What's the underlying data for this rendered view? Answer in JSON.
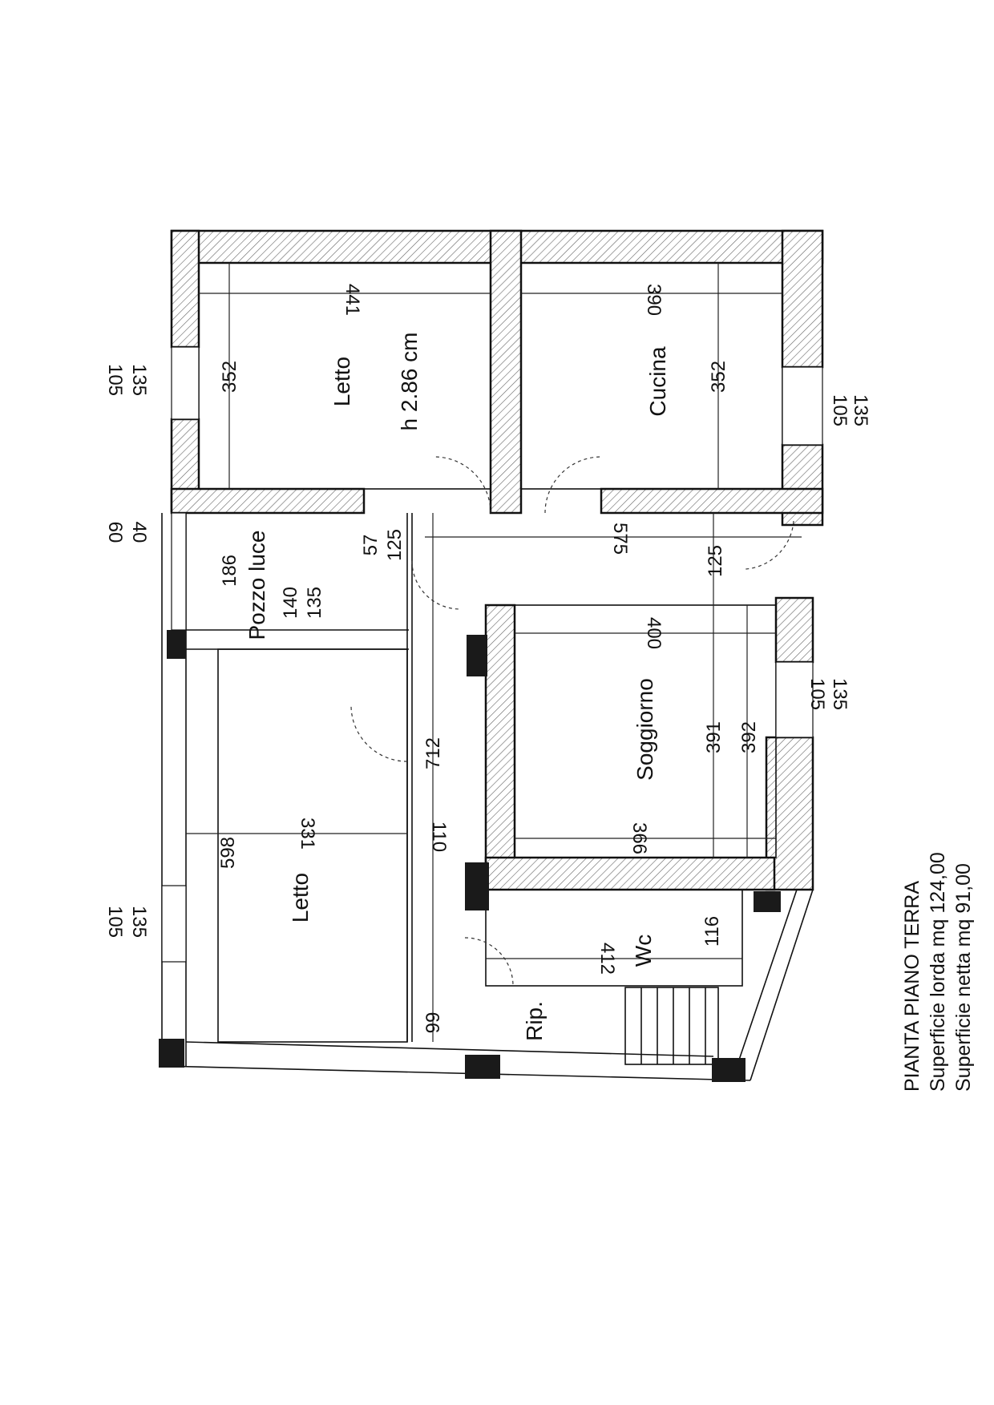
{
  "title_block": {
    "title": "PIANTA PIANO TERRA",
    "gross_area": "Superficie lorda mq 124,00",
    "net_area": "Superficie netta mq 91,00"
  },
  "rooms": {
    "letto_upper": "Letto",
    "ceiling_height": "h 2.86 cm",
    "cucina": "Cucina",
    "pozzo_luce": "Pozzo luce",
    "soggiorno": "Soggiorno",
    "letto_lower": "Letto",
    "wc": "Wc",
    "rip": "Rip."
  },
  "dimensions": {
    "letto_upper_width": "441",
    "letto_upper_depth": "352",
    "cucina_width": "390",
    "cucina_depth": "352",
    "window_left_top_a": "135",
    "window_left_top_b": "105",
    "window_right_top_a": "135",
    "window_right_top_b": "105",
    "pozzo_window_a": "40",
    "pozzo_window_b": "60",
    "pozzo_186": "186",
    "pozzo_57": "57",
    "pozzo_125": "125",
    "pozzo_140": "140",
    "pozzo_135": "135",
    "corridor_575": "575",
    "corridor_125": "125",
    "soggiorno_400": "400",
    "soggiorno_391": "391",
    "soggiorno_392": "392",
    "soggiorno_366": "366",
    "window_right_mid_a": "135",
    "window_right_mid_b": "105",
    "corridor_712": "712",
    "corridor_110": "110",
    "letto_lower_331": "331",
    "letto_lower_598": "598",
    "window_left_bottom_a": "135",
    "window_left_bottom_b": "105",
    "wc_412": "412",
    "wc_116": "116",
    "rip_99": "99"
  }
}
